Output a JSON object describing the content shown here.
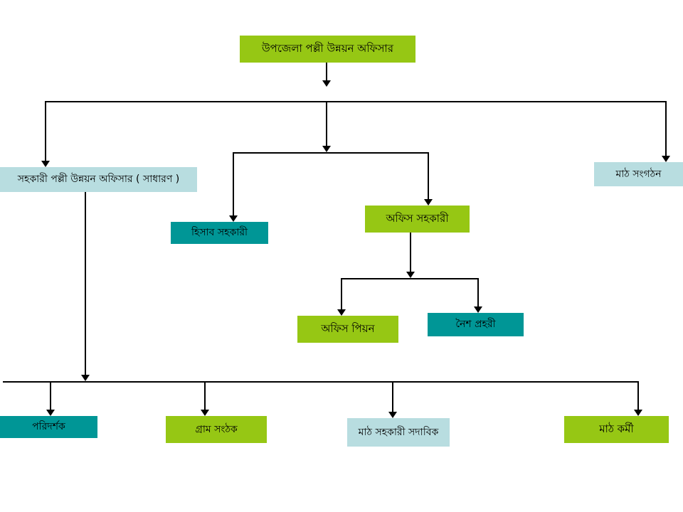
{
  "palette": {
    "node_green": "#96C714",
    "node_teal": "#009696",
    "node_light_blue": "#B8DDE0",
    "connector": "#000000",
    "background": "#FFFFFF"
  },
  "nodes": {
    "top_officer": {
      "label": "উপজেলা পল্লী উন্নয়ন অফিসার",
      "color": "node_green"
    },
    "aro_general": {
      "label": "সহকারী পল্লী উন্নয়ন অফিসার ( সাধারণ )",
      "color": "node_light_blue"
    },
    "field_organization": {
      "label": "মাঠ সংগঠন",
      "color": "node_light_blue"
    },
    "accounts_assistant": {
      "label": "হিসাব সহকারী",
      "color": "node_teal"
    },
    "office_assistant": {
      "label": "অফিস সহকারী",
      "color": "node_green"
    },
    "office_peon": {
      "label": "অফিস পিয়ন",
      "color": "node_green"
    },
    "night_guard": {
      "label": "নৈশ প্রহরী",
      "color": "node_teal"
    },
    "inspector": {
      "label": "পরিদর্শক",
      "color": "node_teal"
    },
    "village_organizer": {
      "label": "গ্রাম সংঠক",
      "color": "node_green"
    },
    "field_assistant": {
      "label": "মাঠ সহকারী সদাবিক",
      "color": "node_light_blue"
    },
    "field_worker": {
      "label": "মাঠ কর্মী",
      "color": "node_green"
    }
  },
  "edges": [
    {
      "from": "top_officer",
      "to": "aro_general"
    },
    {
      "from": "top_officer",
      "to": "accounts_assistant"
    },
    {
      "from": "top_officer",
      "to": "office_assistant"
    },
    {
      "from": "top_officer",
      "to": "field_organization"
    },
    {
      "from": "office_assistant",
      "to": "office_peon"
    },
    {
      "from": "office_assistant",
      "to": "night_guard"
    },
    {
      "from": "aro_general",
      "to": "inspector"
    },
    {
      "from": "aro_general",
      "to": "village_organizer"
    },
    {
      "from": "aro_general",
      "to": "field_assistant"
    },
    {
      "from": "aro_general",
      "to": "field_worker"
    }
  ]
}
